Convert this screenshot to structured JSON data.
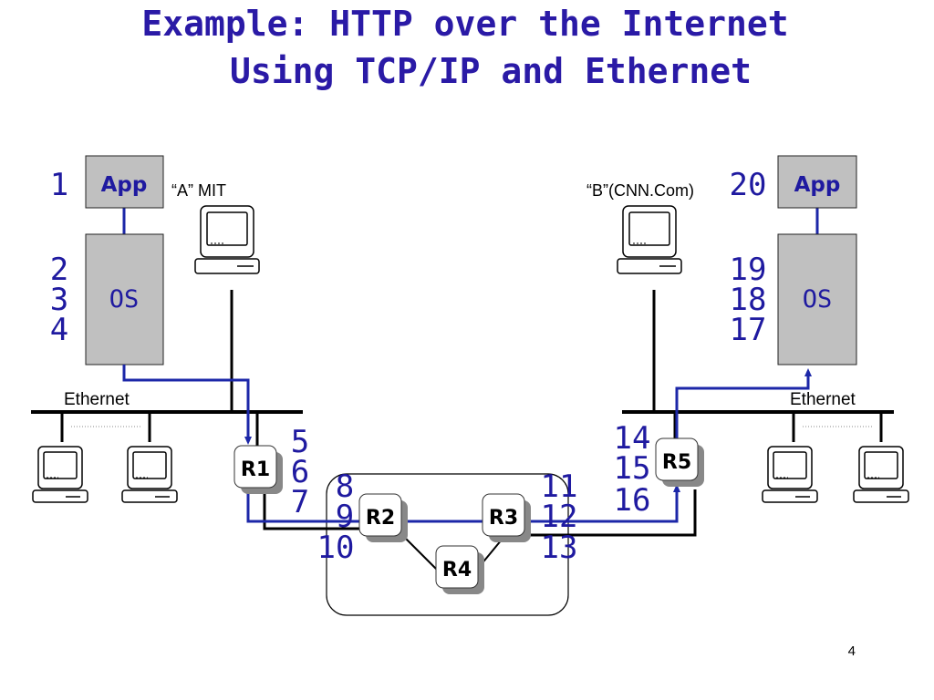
{
  "slide": {
    "title_line1": "Example: HTTP over the Internet",
    "title_line2": "Using TCP/IP and Ethernet",
    "page_number": "4"
  },
  "hosts": {
    "a": {
      "label": "“A” MIT",
      "app": "App",
      "os": "OS",
      "app_step": "1",
      "os_steps": [
        "2",
        "3",
        "4"
      ]
    },
    "b": {
      "label": "“B”(CNN.Com)",
      "app": "App",
      "os": "OS",
      "app_step": "20",
      "os_steps": [
        "19",
        "18",
        "17"
      ]
    }
  },
  "networks": {
    "left_label": "Ethernet",
    "right_label": "Ethernet"
  },
  "routers": {
    "r1": {
      "label": "R1",
      "steps": [
        "5",
        "6",
        "7"
      ]
    },
    "r2": {
      "label": "R2",
      "steps": [
        "8",
        "9",
        "10"
      ]
    },
    "r3": {
      "label": "R3",
      "steps": [
        "11",
        "12",
        "13"
      ]
    },
    "r4": {
      "label": "R4"
    },
    "r5": {
      "label": "R5",
      "steps": [
        "14",
        "15",
        "16"
      ]
    }
  },
  "colors": {
    "title": "#2a1aa6",
    "step_numbers": "#1f1aa0",
    "path": "#1c27a8",
    "box_fill": "#c0c0c0",
    "line": "#000000"
  }
}
